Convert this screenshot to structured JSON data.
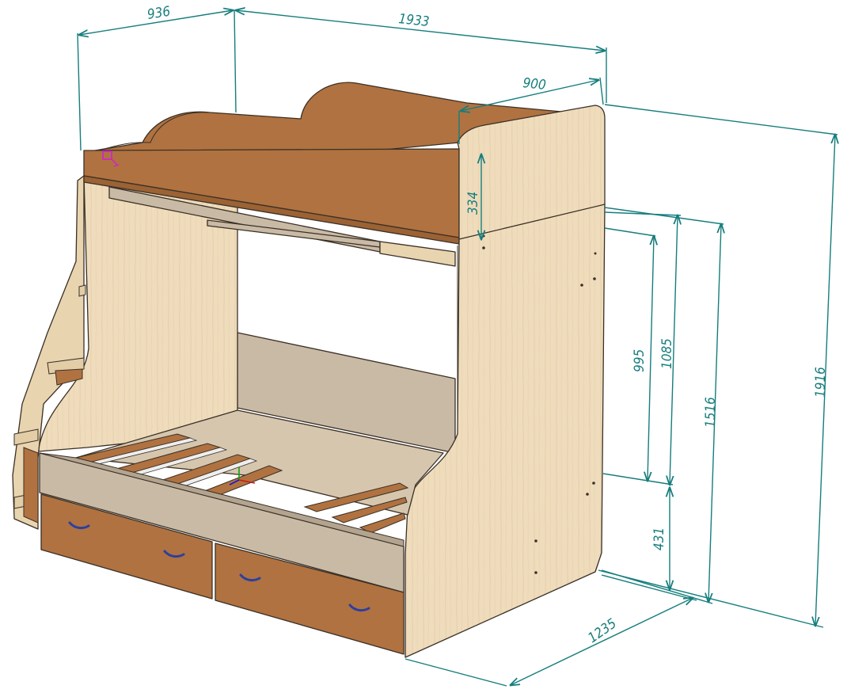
{
  "colors": {
    "dimension": "#167d7d",
    "light_wood": "#efdcbc",
    "light_wood_shade": "#e3cda7",
    "orange_panel": "#b07240",
    "orange_panel_dark": "#9b6234",
    "grey_panel": "#c9baa6",
    "grey_panel_dark": "#b3a48f",
    "handle": "#2d3fa0",
    "outline": "#3a3026"
  },
  "dimensions": {
    "top_depth": "936",
    "top_length": "1933",
    "upper_width": "900",
    "upper_side_height": "334",
    "height_995": "995",
    "height_1085": "1085",
    "height_1516": "1516",
    "height_1916": "1916",
    "lower_height": "431",
    "bottom_depth": "1235"
  },
  "icons": {
    "axis_gizmo": "axis-triad-icon",
    "selection_marker": "selection-marker-icon"
  }
}
